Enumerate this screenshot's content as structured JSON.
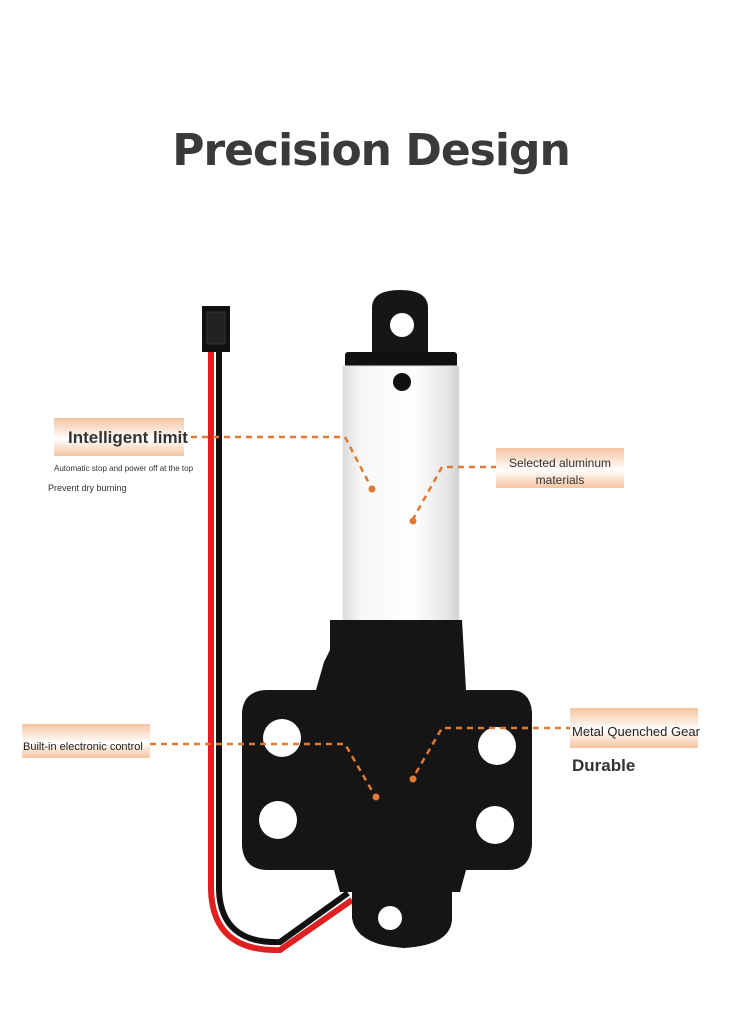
{
  "title": "Precision Design",
  "callouts": {
    "intelligent_limit": {
      "label": "Intelligent limit",
      "line1": "Automatic stop and power off at the top",
      "line2": "Prevent dry burning"
    },
    "aluminum": {
      "line1": "Selected aluminum",
      "line2": "materials"
    },
    "electronic_control": {
      "label": "Built-in electronic control"
    },
    "gear": {
      "label": "Metal Quenched Gear",
      "sub": "Durable"
    }
  },
  "colors": {
    "accent": "#e07a32",
    "title": "#3a3a3a",
    "wire_red": "#e02020",
    "wire_black": "#111111",
    "housing": "#141414",
    "tube": "#f4f4f4"
  }
}
